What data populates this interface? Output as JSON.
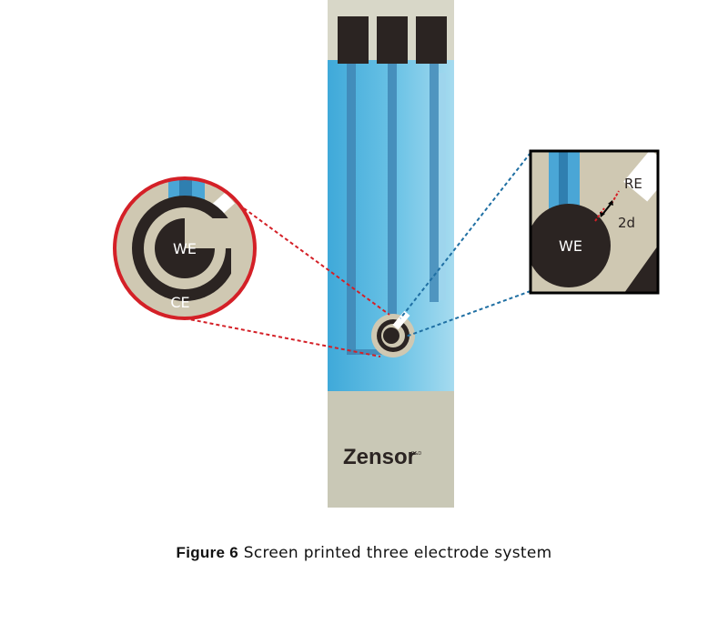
{
  "strip": {
    "brand": "Zensor",
    "brand_mark": "R&D"
  },
  "left_callout": {
    "inner_label": "WE",
    "outer_label": "CE"
  },
  "right_callout": {
    "center_label": "WE",
    "ref_label": "RE",
    "gap_label": "2d"
  },
  "caption": {
    "lead": "Figure 6",
    "text": "Screen printed three electrode system"
  },
  "colors": {
    "left_callout": "#d42027",
    "right_callout": "#1f6fa3",
    "strip_blue": "#55b7df",
    "electrode": "#2b2422",
    "strip_base": "#c9c8b6"
  }
}
